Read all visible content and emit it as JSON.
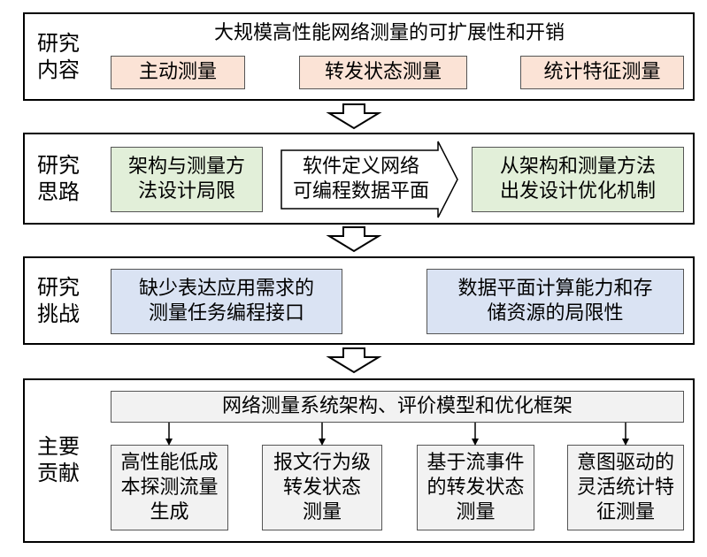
{
  "sections": {
    "content": {
      "label": "研究\n内容",
      "title": "大规模高性能网络测量的可扩展性和开销",
      "items": [
        "主动测量",
        "转发状态测量",
        "统计特征测量"
      ]
    },
    "approach": {
      "label": "研究\n思路",
      "left": "架构与测量方\n法设计局限",
      "middle": "软件定义网络\n可编程数据平面",
      "right": "从架构和测量方法\n出发设计优化机制"
    },
    "challenge": {
      "label": "研究\n挑战",
      "left": "缺少表达应用需求的\n测量任务编程接口",
      "right": "数据平面计算能力和存\n储资源的局限性"
    },
    "contribution": {
      "label": "主要\n贡献",
      "framework": "网络测量系统架构、评价模型和优化框架",
      "items": [
        "高性能低成\n本探测流量\n生成",
        "报文行为级\n转发状态\n测量",
        "基于流事件\n的转发状态\n测量",
        "意图驱动的\n灵活统计特\n征测量"
      ]
    }
  },
  "colors": {
    "pink": "#fbe3d6",
    "green": "#e2efd9",
    "blue": "#dae3f3",
    "gray": "#f2f2f2"
  }
}
